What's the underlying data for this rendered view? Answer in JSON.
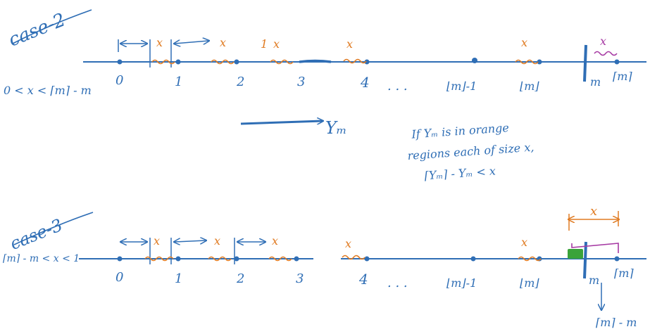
{
  "colors": {
    "ink": "#2f6eb5",
    "orange": "#e07b22",
    "purple": "#a63aa3",
    "green": "#3aa33a"
  },
  "case2": {
    "title": "case-2",
    "condition": "0 < x < ⌈m⌉ - m",
    "x_label": "x",
    "one_label": "1",
    "tick_labels": [
      "0",
      "1",
      "2",
      "3",
      "4",
      ". . .",
      "⌊m⌋-1",
      "⌊m⌋",
      "m",
      "⌈m⌉"
    ]
  },
  "arrow_label": "Yₘ",
  "note": {
    "lines": [
      "If Yₘ is in orange",
      "regions each of size x,",
      "⌈Yₘ⌉ - Yₘ < x"
    ]
  },
  "case3": {
    "title": "case-3",
    "condition": "⌈m⌉ - m < x < 1",
    "x_label": "x",
    "tick_labels": [
      "0",
      "1",
      "2",
      "3",
      "4",
      ". . .",
      "⌊m⌋-1",
      "⌊m⌋",
      "m",
      "⌈m⌉"
    ],
    "gap_label": "⌈m⌉ - m"
  }
}
